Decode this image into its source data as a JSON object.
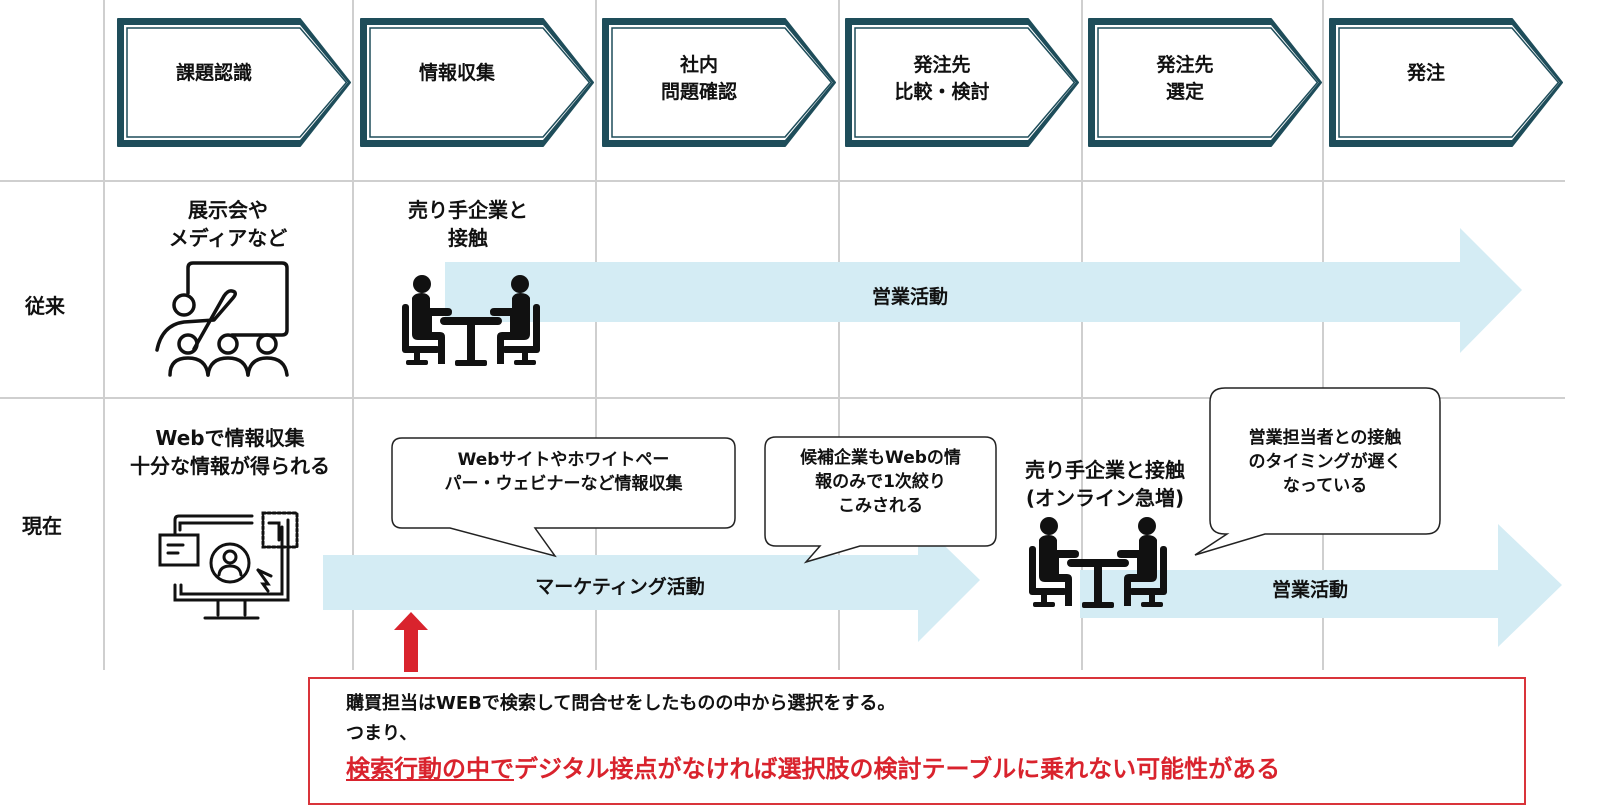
{
  "colors": {
    "step_border": "#1e4d5a",
    "flow_arrow": "#d4ecf4",
    "alert_red": "#d9232d",
    "grid": "#cfcfcf"
  },
  "steps": [
    {
      "label": "課題認識"
    },
    {
      "label": "情報収集"
    },
    {
      "label": "社内\n問題確認"
    },
    {
      "label": "発注先\n比較・検討"
    },
    {
      "label": "発注先\n選定"
    },
    {
      "label": "発注"
    }
  ],
  "rows": {
    "traditional": {
      "label": "従来",
      "caption_exhibition": "展示会や\nメディアなど",
      "caption_contact": "売り手企業と\n接触",
      "icon_presentation": "presentation-audience-icon",
      "icon_meeting": "meeting-table-icon",
      "arrow_label": "営業活動"
    },
    "current": {
      "label": "現在",
      "caption_web": "Webで情報収集\n十分な情報が得られる",
      "icon_web": "monitor-user-icon",
      "bubble_web": "Webサイトやホワイトペー\nパー・ウェビナーなど情報収集",
      "bubble_shortlist": "候補企業もWebの情\n報のみで1次絞り\nこみされる",
      "caption_contact": "売り手企業と接触\n(オンライン急増)",
      "icon_meeting": "meeting-table-icon",
      "bubble_timing": "営業担当者との接触\nのタイミングが遅く\nなっている",
      "marketing_arrow_label": "マーケティング活動",
      "sales_arrow_label": "営業活動"
    }
  },
  "notice": {
    "line1": "購買担当はWEBで検索して問合せをしたものの中から選択をする。",
    "line2": "つまり、",
    "line3_underlined": "検索行動の中で",
    "line3_rest": "デジタル接点がなければ選択肢の検討テーブルに乗れない可能性がある"
  }
}
